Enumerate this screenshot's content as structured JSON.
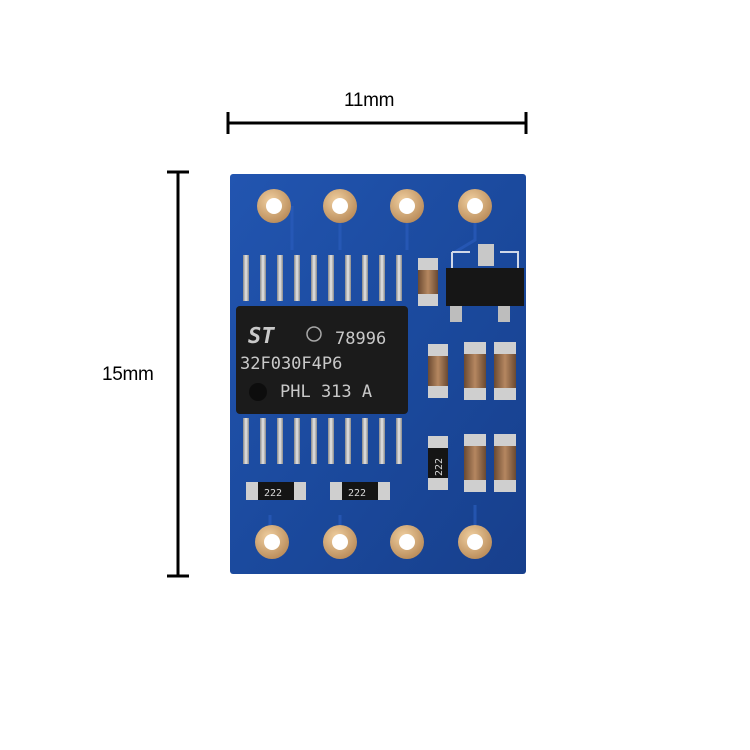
{
  "dimensions": {
    "width_label": "11mm",
    "height_label": "15mm"
  },
  "chip": {
    "logo": "ST",
    "line1": "78996",
    "line2": "32F030F4P6",
    "line3": "PHL 313 A"
  },
  "resistor_marking": "222",
  "colors": {
    "pcb": "#1c4aa0",
    "pad": "#d4ac7c",
    "chip": "#1a1a1a"
  }
}
